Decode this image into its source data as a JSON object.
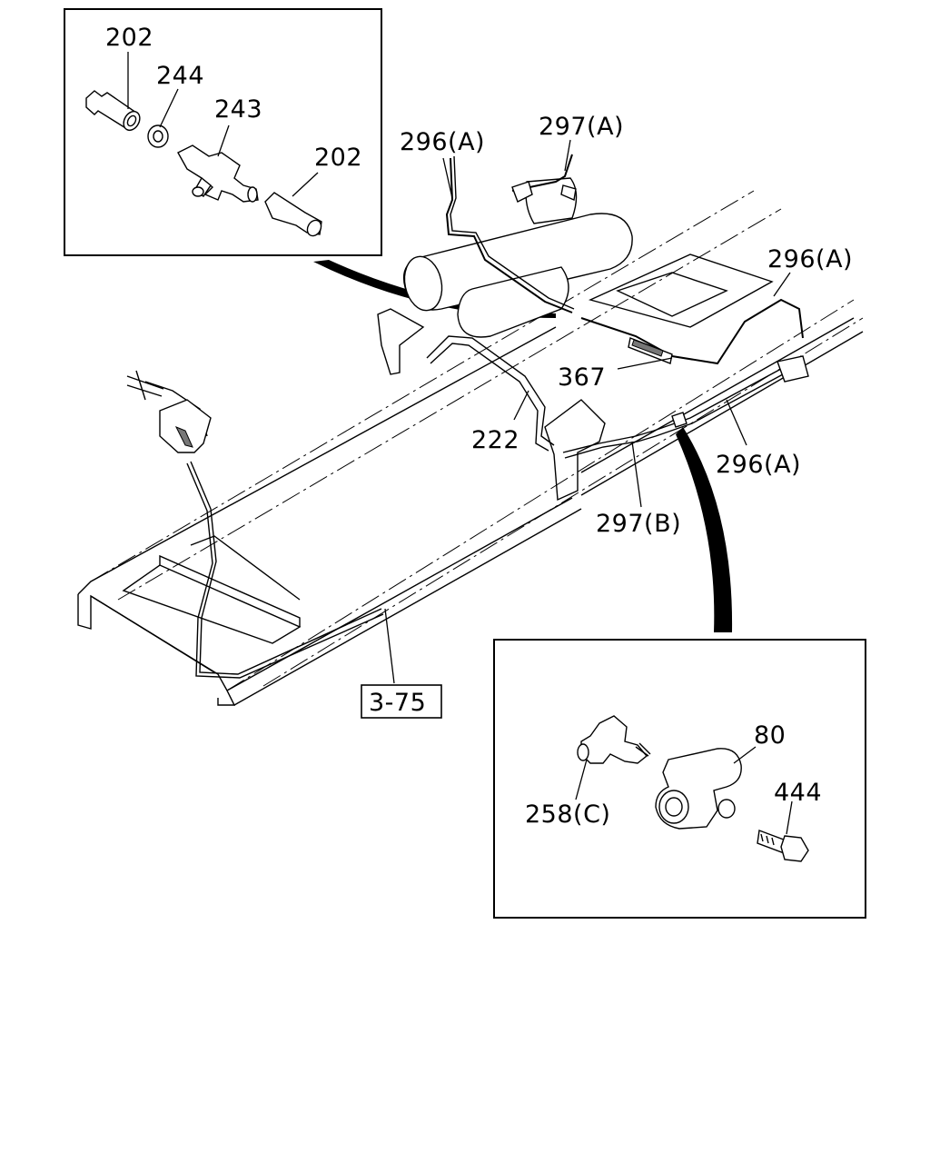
{
  "diagram": {
    "detail_top": {
      "labels": [
        "202",
        "244",
        "243",
        "202"
      ]
    },
    "main": {
      "labels": [
        "296(A)",
        "297(A)",
        "296(A)",
        "367",
        "222",
        "296(A)",
        "297(B)"
      ],
      "reference": "3-75"
    },
    "detail_bottom": {
      "labels": [
        "80",
        "444",
        "258(C)"
      ]
    }
  }
}
